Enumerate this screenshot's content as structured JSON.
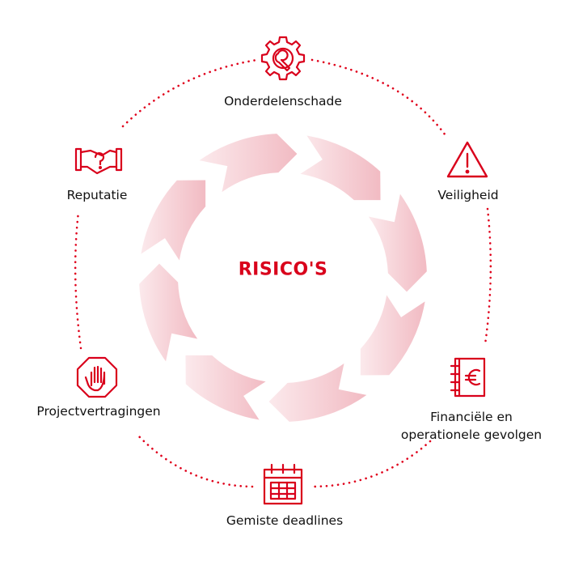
{
  "center_title": "RISICO'S",
  "nodes": [
    {
      "id": "onderdelenschade",
      "label": "Onderdelenschade",
      "icon": "gear-wrench-icon"
    },
    {
      "id": "veiligheid",
      "label": "Veiligheid",
      "icon": "warning-triangle-icon"
    },
    {
      "id": "financieel",
      "label_line1": "Financiële en",
      "label_line2": "operationele gevolgen",
      "icon": "euro-ledger-icon"
    },
    {
      "id": "deadlines",
      "label": "Gemiste deadlines",
      "icon": "calendar-icon"
    },
    {
      "id": "projectvertragingen",
      "label": "Projectvertragingen",
      "icon": "stop-hand-icon"
    },
    {
      "id": "reputatie",
      "label": "Reputatie",
      "icon": "handshake-question-icon"
    }
  ],
  "colors": {
    "accent": "#d9001b",
    "arrow": "#f3c6cc",
    "dots": "#e0001b",
    "text": "#111111"
  }
}
